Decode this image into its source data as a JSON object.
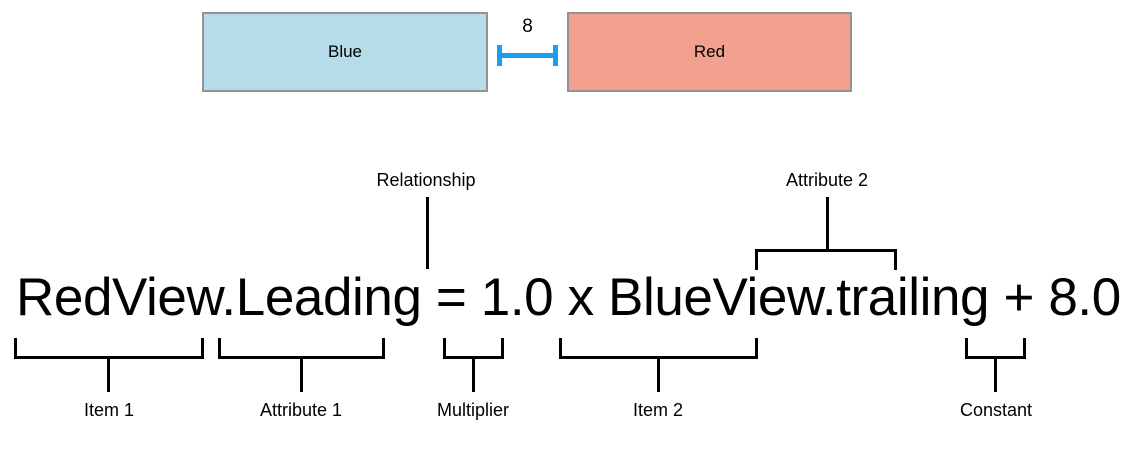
{
  "diagram": {
    "blue_view": {
      "label": "Blue",
      "fill": "#b5dce8",
      "border": "#929292"
    },
    "red_view": {
      "label": "Red",
      "fill": "#f2a18e",
      "border": "#929292"
    },
    "spacing": {
      "value": "8",
      "color": "#1a9ff0"
    }
  },
  "formula": {
    "text": "RedView.Leading = 1.0 x BlueView.trailing + 8.0"
  },
  "annotations": {
    "top": [
      {
        "label": "Relationship"
      },
      {
        "label": "Attribute 2"
      }
    ],
    "bottom": [
      {
        "label": "Item 1"
      },
      {
        "label": "Attribute 1"
      },
      {
        "label": "Multiplier"
      },
      {
        "label": "Item 2"
      },
      {
        "label": "Constant"
      }
    ]
  }
}
